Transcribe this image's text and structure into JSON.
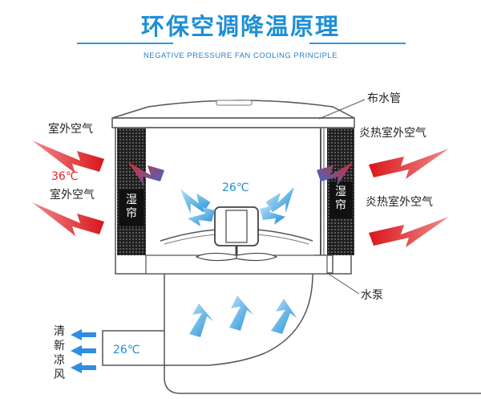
{
  "title": "环保空调降温原理",
  "subtitle": "NEGATIVE PRESSURE FAN COOLING PRINCIPLE",
  "labels": {
    "water_pipe": "布水管",
    "outdoor_air_left_top": "室外空气",
    "temp_outdoor": "36℃",
    "outdoor_air_left_bottom": "室外空气",
    "hot_outdoor_air_top": "炎热室外空气",
    "hot_outdoor_air_bottom": "炎热室外空气",
    "wet_curtain_left": "湿帘",
    "wet_curtain_right": "湿帘",
    "temp_inside": "26℃",
    "temp_outlet": "26℃",
    "water_pump": "水泵",
    "fresh_cool_wind": "清新凉风"
  },
  "colors": {
    "brand_blue": "#1e8fd6",
    "hot_red": "#e3262b",
    "cool_blue": "#3aa0e6",
    "curtain_dark": "#2a2a2a"
  }
}
